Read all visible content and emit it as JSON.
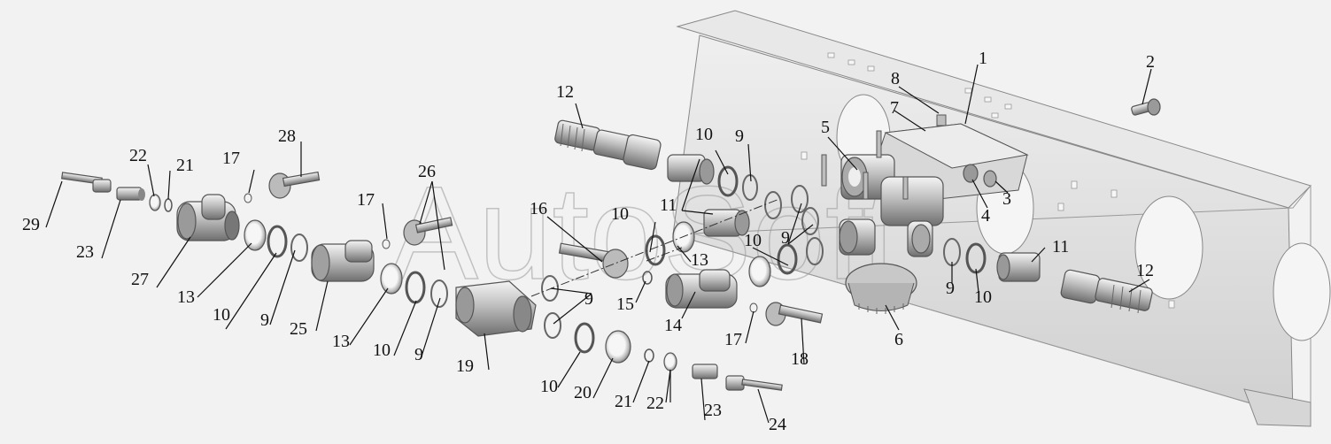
{
  "watermark": "AutoSoft",
  "colors": {
    "background": "#f2f2f2",
    "part_light": "#e4e4e4",
    "part_mid": "#bdbdbd",
    "part_dark": "#7a7a7a",
    "line": "#111111"
  },
  "labels": [
    {
      "id": "1",
      "text": "1"
    },
    {
      "id": "2",
      "text": "2"
    },
    {
      "id": "3",
      "text": "3"
    },
    {
      "id": "4",
      "text": "4"
    },
    {
      "id": "5",
      "text": "5"
    },
    {
      "id": "6",
      "text": "6"
    },
    {
      "id": "7",
      "text": "7"
    },
    {
      "id": "8",
      "text": "8"
    },
    {
      "id": "9a",
      "text": "9"
    },
    {
      "id": "9b",
      "text": "9"
    },
    {
      "id": "9c",
      "text": "9"
    },
    {
      "id": "9d",
      "text": "9"
    },
    {
      "id": "9e",
      "text": "9"
    },
    {
      "id": "9f",
      "text": "9"
    },
    {
      "id": "10a",
      "text": "10"
    },
    {
      "id": "10b",
      "text": "10"
    },
    {
      "id": "10c",
      "text": "10"
    },
    {
      "id": "10d",
      "text": "10"
    },
    {
      "id": "10e",
      "text": "10"
    },
    {
      "id": "10f",
      "text": "10"
    },
    {
      "id": "10g",
      "text": "10"
    },
    {
      "id": "11a",
      "text": "11"
    },
    {
      "id": "11b",
      "text": "11"
    },
    {
      "id": "12a",
      "text": "12"
    },
    {
      "id": "12b",
      "text": "12"
    },
    {
      "id": "13a",
      "text": "13"
    },
    {
      "id": "13b",
      "text": "13"
    },
    {
      "id": "13c",
      "text": "13"
    },
    {
      "id": "14",
      "text": "14"
    },
    {
      "id": "15",
      "text": "15"
    },
    {
      "id": "16",
      "text": "16"
    },
    {
      "id": "17a",
      "text": "17"
    },
    {
      "id": "17b",
      "text": "17"
    },
    {
      "id": "17c",
      "text": "17"
    },
    {
      "id": "18",
      "text": "18"
    },
    {
      "id": "19",
      "text": "19"
    },
    {
      "id": "20",
      "text": "20"
    },
    {
      "id": "21a",
      "text": "21"
    },
    {
      "id": "21b",
      "text": "21"
    },
    {
      "id": "22a",
      "text": "22"
    },
    {
      "id": "22b",
      "text": "22"
    },
    {
      "id": "23a",
      "text": "23"
    },
    {
      "id": "23b",
      "text": "23"
    },
    {
      "id": "24",
      "text": "24"
    },
    {
      "id": "25",
      "text": "25"
    },
    {
      "id": "26",
      "text": "26"
    },
    {
      "id": "27",
      "text": "27"
    },
    {
      "id": "28",
      "text": "28"
    },
    {
      "id": "29",
      "text": "29"
    }
  ]
}
